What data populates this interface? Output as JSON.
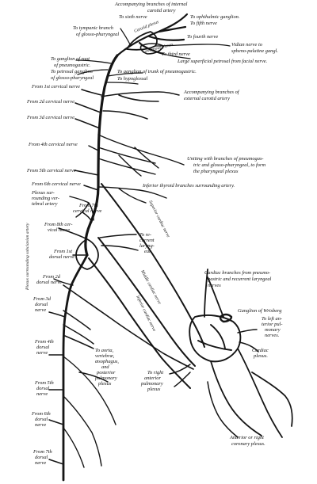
{
  "labels": {
    "accompanying_internal_carotid": "Accompanying branches of internal",
    "carotid_artery": "carotid artery",
    "to_sixth_nerve": "To sixth nerve",
    "to_ophthalmic_ganglion": "To ophthalmic ganglion.",
    "to_fifth_nerve": "To fifth nerve",
    "to_tympanic_branch": "To tympanic branch",
    "of_glosso_pharyngeal": "of glosso-pharyngeal",
    "carotid_plexus": "Carotid plexus",
    "to_fourth_nerve": "To fourth nerve",
    "cavernous_plexus": "Cavernous plexus",
    "vidian_nerve": "Vidian nerve to",
    "spheno_palatine": "spheno-palatine gangl.",
    "to_third_nerve": "To third nerve",
    "large_superficial_petrosal": "Large superficial petrosal from facial nerve.",
    "to_ganglion_root_pneumogastric_1": "To ganglion of root",
    "to_ganglion_root_pneumogastric_2": "of pneumogastric.",
    "to_petrosal_ganglion_1": "To petrosal ganglion",
    "to_petrosal_ganglion_2": "of glosso-pharyngeal",
    "to_ganglion_trunk_pneumogastric": "To ganglion of trunk of pneumogastric.",
    "to_hypoglossal": "To hypoglossal",
    "from_1st_cervical": "From 1st cervical nerve",
    "accompanying_external_carotid_1": "Accompanying branches of",
    "accompanying_external_carotid_2": "external carotid artery",
    "from_2d_cervical": "From 2d cervical nerve",
    "from_3d_cervical": "From 3d cervical nerve",
    "from_4th_cervical": "From 4th cervical nerve",
    "uniting_1": "Uniting with branches of pneumogas-",
    "uniting_2": "tric and glosso-pharyngeal, to form",
    "uniting_3": "the pharyngeal plexus",
    "from_5th_cervical": "From 5th cervical nerve",
    "from_6th_cervical": "From 6th cervical nerve",
    "inferior_thyroid": "Inferior thyroid branches surrounding artery.",
    "plexus_vertebral_1": "Plexus sur-",
    "plexus_vertebral_2": "rounding ver-",
    "plexus_vertebral_3": "tebral artery",
    "from_7th_cervical_1": "From 7th",
    "from_7th_cervical_2": "cervical nerve",
    "superior_cardiac_nerve": "Superior cardiac nerve",
    "from_8th_cervical_1": "From 8th cer-",
    "from_8th_cervical_2": "vical nerve",
    "to_recurrent_1": "To re-",
    "to_recurrent_2": "current",
    "to_recurrent_3": "laryng-",
    "to_recurrent_4": "eal.",
    "from_1st_dorsal_1": "From 1st",
    "from_1st_dorsal_2": "dorsal nerve",
    "plexus_subclavian": "Plexus surrounding subclavian artery",
    "middle_cardiac_nerve": "Middle cardiac nerve",
    "cardiac_branches_1": "Cardiac branches from pneumo-",
    "cardiac_branches_2": "gastric and recurrent laryngeal",
    "cardiac_branches_3": "nerves",
    "from_2d_dorsal_1": "From 2d",
    "from_2d_dorsal_2": "dorsal nerve",
    "inferior_cardiac_nerve": "Inferior cardiac nerve",
    "from_3d_dorsal_1": "From 3d",
    "from_3d_dorsal_2": "dorsal",
    "from_3d_dorsal_3": "nerve",
    "ganglion_wrisberg": "Ganglion of Wrisberg",
    "to_left_anterior_1": "To left an-",
    "to_left_anterior_2": "terior pul-",
    "to_left_anterior_3": "monary",
    "to_left_anterior_4": "nerves.",
    "from_4th_dorsal_1": "From 4th",
    "from_4th_dorsal_2": "dorsal",
    "from_4th_dorsal_3": "nerve",
    "to_aorta_1": "To aorta,",
    "to_aorta_2": "vertebræ,",
    "to_aorta_3": "œsophagus,",
    "to_aorta_4": "and",
    "to_aorta_5": "posterior",
    "to_aorta_6": "pulmonary",
    "to_aorta_7": "plexus",
    "cardiac_plexus_1": "Cardiac",
    "cardiac_plexus_2": "plexus.",
    "to_right_anterior_1": "To right",
    "to_right_anterior_2": "anterior",
    "to_right_anterior_3": "pulmonary",
    "to_right_anterior_4": "plexus",
    "from_5th_dorsal_1": "From 5th",
    "from_5th_dorsal_2": "dorsal",
    "from_5th_dorsal_3": "nerve",
    "from_6th_dorsal_1": "From 6th",
    "from_6th_dorsal_2": "dorsal",
    "from_6th_dorsal_3": "nerve",
    "anterior_coronary_1": "Anterior or right",
    "anterior_coronary_2": "coronary plexus.",
    "from_7th_dorsal_1": "From 7th",
    "from_7th_dorsal_2": "dorsal",
    "from_7th_dorsal_3": "nerve"
  }
}
